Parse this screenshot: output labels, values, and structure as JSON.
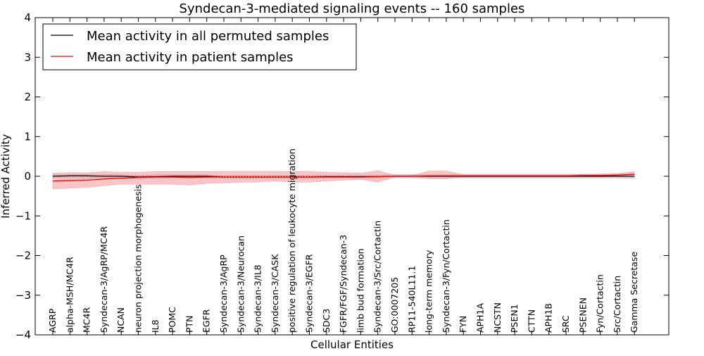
{
  "chart_data": {
    "type": "line",
    "title": "Syndecan-3-mediated signaling events -- 160 samples",
    "xlabel": "Cellular Entities",
    "ylabel": "Inferred Activity",
    "ylim": [
      -4,
      4
    ],
    "yticks": [
      -4,
      -3,
      -2,
      -1,
      0,
      1,
      2,
      3,
      4
    ],
    "ytick_labels": [
      "−4",
      "−3",
      "−2",
      "−1",
      "0",
      "1",
      "2",
      "3",
      "4"
    ],
    "grid": false,
    "legend": {
      "placement": "upper-left",
      "entries": [
        "Mean activity in all permuted samples",
        "Mean activity in patient samples"
      ]
    },
    "categories": [
      "AGRP",
      "alpha-MSH/MC4R",
      "MC4R",
      "Syndecan-3/AgRP/MC4R",
      "NCAN",
      "neuron projection morphogenesis",
      "IL8",
      "POMC",
      "PTN",
      "EGFR",
      "Syndecan-3/AgRP",
      "Syndecan-3/Neurocan",
      "Syndecan-3/IL8",
      "Syndecan-3/CASK",
      "positive regulation of leukocyte migration",
      "Syndecan-3/EGFR",
      "SDC3",
      "FGFR/FGF/Syndecan-3",
      "limb bud formation",
      "Syndecan-3/Src/Cortactin",
      "GO:0007205",
      "RP11-540L11.1",
      "long-term memory",
      "Syndecan-3/Fyn/Cortactin",
      "FYN",
      "APH1A",
      "NCSTN",
      "PSEN1",
      "CTTN",
      "APH1B",
      "SRC",
      "PSENEN",
      "Fyn/Cortactin",
      "Src/Cortactin",
      "Gamma Secretase"
    ],
    "series": [
      {
        "name": "Mean activity in all permuted samples",
        "color": "#000000",
        "band_color": "#b8b8d6",
        "values": [
          0.0,
          0.01,
          0.01,
          0.0,
          0.0,
          -0.02,
          -0.01,
          0.0,
          0.0,
          0.0,
          -0.02,
          -0.02,
          -0.02,
          -0.02,
          -0.02,
          -0.02,
          -0.01,
          -0.01,
          -0.01,
          -0.01,
          0.0,
          0.0,
          0.0,
          0.0,
          0.0,
          0.0,
          0.0,
          0.0,
          0.0,
          0.0,
          0.0,
          0.0,
          0.0,
          0.0,
          0.0
        ],
        "lower": [
          -0.04,
          -0.04,
          -0.04,
          -0.05,
          -0.05,
          -0.06,
          -0.06,
          -0.05,
          -0.05,
          -0.05,
          -0.06,
          -0.06,
          -0.06,
          -0.06,
          -0.06,
          -0.06,
          -0.05,
          -0.05,
          -0.05,
          -0.05,
          -0.04,
          -0.04,
          -0.04,
          -0.04,
          -0.04,
          -0.04,
          -0.04,
          -0.04,
          -0.04,
          -0.04,
          -0.04,
          -0.04,
          -0.04,
          -0.04,
          -0.05
        ],
        "upper": [
          0.04,
          0.05,
          0.05,
          0.05,
          0.04,
          0.02,
          0.04,
          0.04,
          0.04,
          0.04,
          0.02,
          0.02,
          0.02,
          0.02,
          0.02,
          0.02,
          0.03,
          0.03,
          0.03,
          0.03,
          0.04,
          0.04,
          0.04,
          0.04,
          0.04,
          0.04,
          0.04,
          0.04,
          0.04,
          0.04,
          0.04,
          0.04,
          0.04,
          0.04,
          0.05
        ]
      },
      {
        "name": "Mean activity in patient samples",
        "color": "#ff0000",
        "band_color": "#f4a0a0",
        "values": [
          -0.12,
          -0.11,
          -0.1,
          -0.07,
          -0.05,
          -0.03,
          -0.02,
          -0.02,
          -0.03,
          -0.02,
          -0.02,
          -0.02,
          -0.02,
          -0.02,
          -0.02,
          -0.02,
          -0.02,
          -0.02,
          -0.02,
          -0.01,
          0.0,
          0.0,
          0.01,
          0.01,
          0.01,
          0.01,
          0.01,
          0.01,
          0.01,
          0.01,
          0.01,
          0.02,
          0.02,
          0.03,
          0.05
        ],
        "lower": [
          -0.32,
          -0.3,
          -0.28,
          -0.24,
          -0.2,
          -0.2,
          -0.2,
          -0.2,
          -0.22,
          -0.18,
          -0.17,
          -0.15,
          -0.15,
          -0.12,
          -0.15,
          -0.15,
          -0.12,
          -0.1,
          -0.08,
          -0.15,
          -0.02,
          -0.02,
          -0.06,
          -0.06,
          -0.02,
          -0.02,
          -0.02,
          -0.02,
          -0.02,
          -0.02,
          -0.02,
          -0.02,
          -0.02,
          -0.01,
          0.0
        ],
        "upper": [
          0.08,
          0.09,
          0.09,
          0.12,
          0.1,
          0.1,
          0.12,
          0.12,
          0.12,
          0.12,
          0.12,
          0.12,
          0.12,
          0.12,
          0.12,
          0.12,
          0.1,
          0.09,
          0.08,
          0.14,
          0.02,
          0.02,
          0.13,
          0.13,
          0.04,
          0.04,
          0.04,
          0.04,
          0.04,
          0.04,
          0.04,
          0.05,
          0.06,
          0.07,
          0.12
        ]
      }
    ]
  }
}
